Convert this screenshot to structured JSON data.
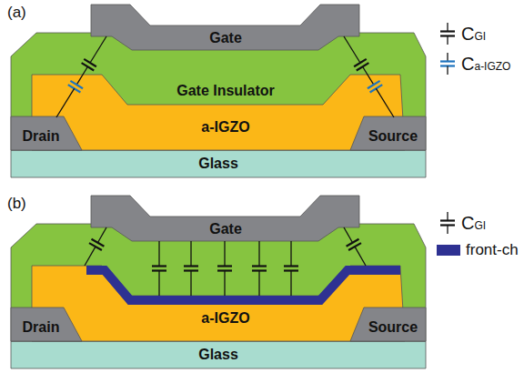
{
  "diagram": {
    "nodes": [
      {
        "text": [
          "Gate"
        ]
      },
      {
        "text": [
          "Gate Insulator"
        ]
      },
      {
        "text": [
          "a-IGZO"
        ]
      },
      {
        "text": [
          "Drain"
        ]
      },
      {
        "text": [
          "Source"
        ]
      },
      {
        "text": [
          "Glass"
        ]
      },
      {
        "text": [
          "Gate"
        ]
      },
      {
        "text": [
          "a-IGZO"
        ]
      },
      {
        "text": [
          "Drain"
        ]
      },
      {
        "text": [
          "Source"
        ]
      },
      {
        "text": [
          "Glass"
        ]
      }
    ],
    "labels": [
      "(a)",
      "(b)"
    ],
    "legend": [
      {
        "text": "CGI"
      },
      {
        "text": "Ca-IGZO"
      },
      {
        "text": "CGI"
      },
      {
        "text": "front-ch",
        "color": "#2e3192"
      }
    ]
  }
}
